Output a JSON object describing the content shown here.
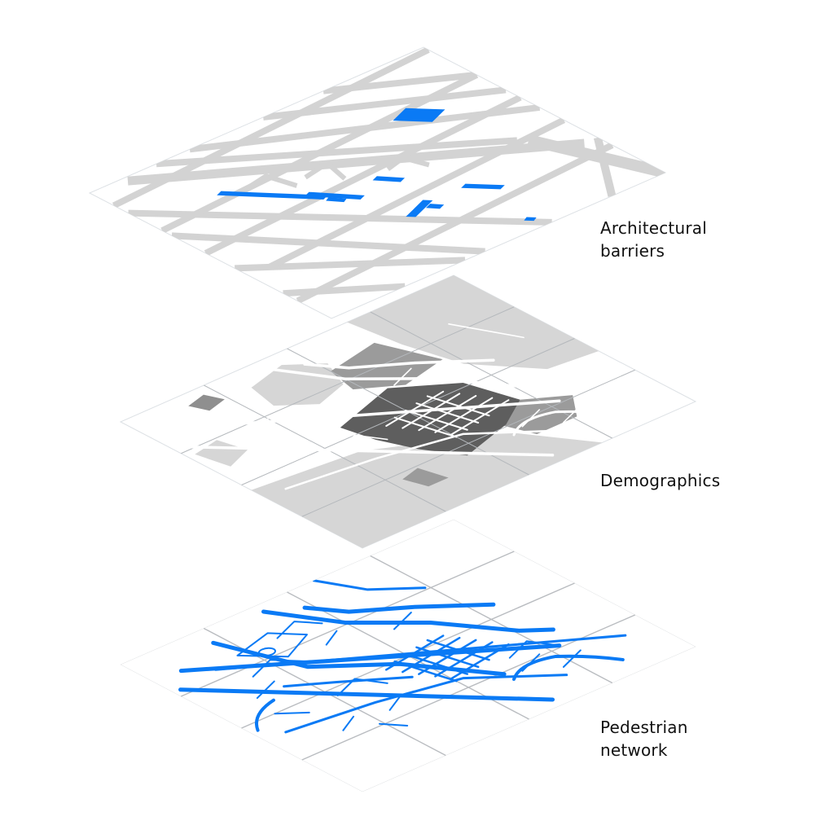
{
  "diagram": {
    "type": "layered-isometric-map",
    "colors": {
      "accent_blue": "#0a7af5",
      "road_gray": "#d3d3d3",
      "area_light": "#d6d6d6",
      "area_mid": "#9b9b9b",
      "area_dark": "#5e5e5e",
      "border": "#d9dde2",
      "grid_line": "#a9adb2"
    },
    "layers": [
      {
        "id": "architectural-barriers",
        "label_lines": [
          "Architectural",
          "barriers"
        ],
        "content": "Gray street grid with blue highlighted barrier segments"
      },
      {
        "id": "demographics",
        "label_lines": [
          "Demographics"
        ],
        "content": "Gray-shaded districts in three tones (light, medium, dark) with white streets over a tile grid"
      },
      {
        "id": "pedestrian-network",
        "label_lines": [
          "Pedestrian",
          "network"
        ],
        "content": "Blue pedestrian path network over a gray tile grid"
      }
    ]
  }
}
